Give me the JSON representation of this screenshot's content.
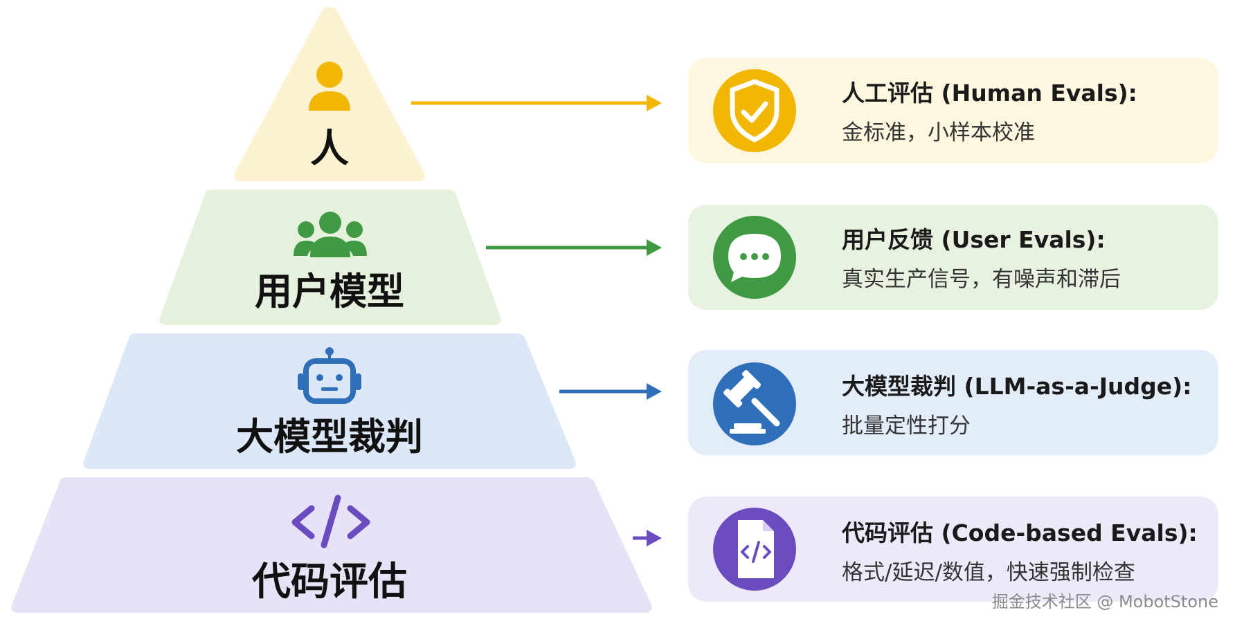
{
  "pyramid": {
    "tiers": [
      {
        "label": "人",
        "icon": "person-icon",
        "fill": "#FCF2D2",
        "accent": "#F2B705"
      },
      {
        "label": "用户模型",
        "icon": "users-group-icon",
        "fill": "#E6F1DD",
        "accent": "#3F9A43"
      },
      {
        "label": "大模型裁判",
        "icon": "robot-icon",
        "fill": "#DCE8F8",
        "accent": "#2F6FBA"
      },
      {
        "label": "代码评估",
        "icon": "code-brackets-icon",
        "fill": "#E8E2F7",
        "accent": "#6A4CC0"
      }
    ]
  },
  "cards": [
    {
      "title": "人工评估 (Human Evals):",
      "subtitle": "金标准，小样本校准",
      "icon": "shield-check-icon",
      "bg": "#FEF7E0",
      "accent": "#F2B705"
    },
    {
      "title": "用户反馈 (User Evals):",
      "subtitle": "真实生产信号，有噪声和滞后",
      "icon": "chat-bubble-icon",
      "bg": "#E8F2E0",
      "accent": "#3F9A43"
    },
    {
      "title": "大模型裁判 (LLM-as-a-Judge):",
      "subtitle": "批量定性打分",
      "icon": "gavel-icon",
      "bg": "#E3EDF9",
      "accent": "#2F6FBA"
    },
    {
      "title": "代码评估 (Code-based Evals):",
      "subtitle": "格式/延迟/数值，快速强制检查",
      "icon": "code-file-icon",
      "bg": "#EEE9F9",
      "accent": "#6A4CC0"
    }
  ],
  "watermark": "掘金技术社区 @ MobotStone"
}
